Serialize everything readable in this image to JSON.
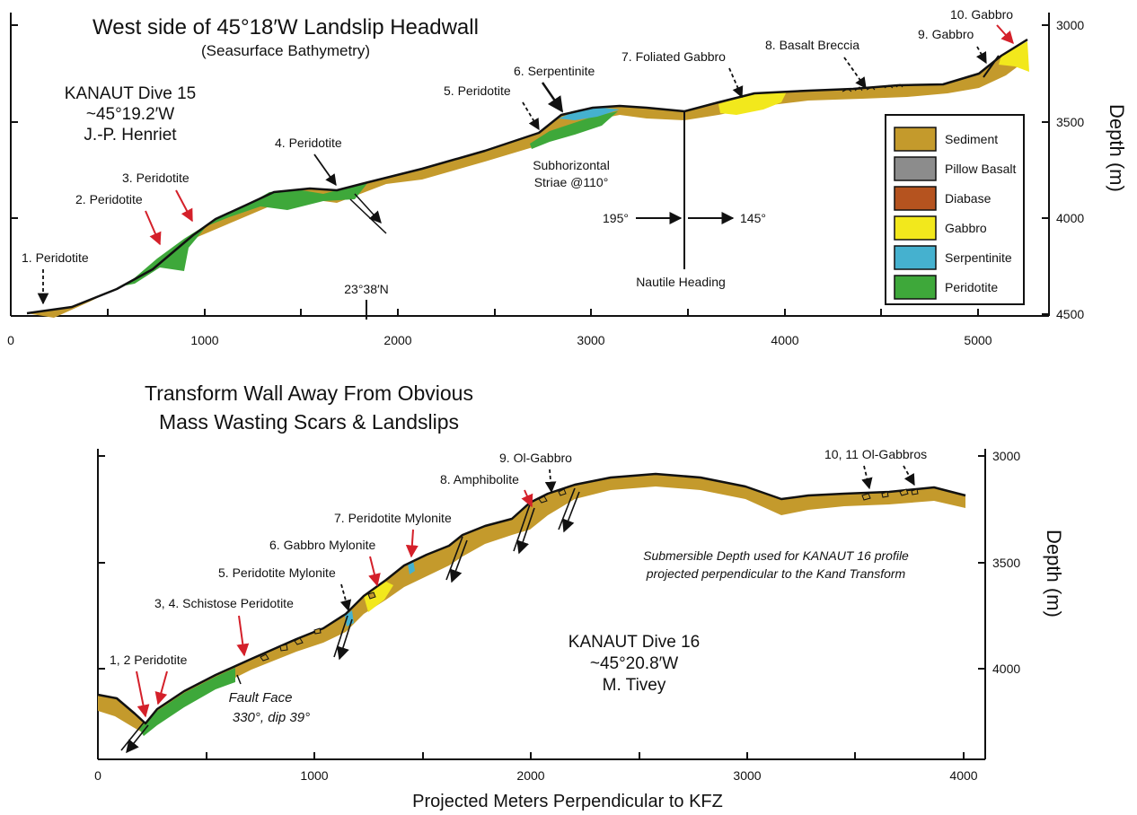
{
  "top_panel": {
    "title": "West side of 45°18′W Landslip Headwall",
    "subtitle": "(Seasurface Bathymetry)",
    "dive_name": "KANAUT Dive 15",
    "dive_longitude": "~45°19.2′W",
    "dive_pi": "J.-P. Henriet",
    "x_ticks": [
      "0",
      "1000",
      "2000",
      "3000",
      "4000",
      "5000"
    ],
    "y_ticks": [
      "3000",
      "3500",
      "4000",
      "4500"
    ],
    "y_axis_title": "Depth (m)",
    "latitude_marker": "23°38′N",
    "striae_note_line1": "Subhorizontal",
    "striae_note_line2": "Striae @110°",
    "heading_left": "195°",
    "heading_right": "145°",
    "heading_label": "Nautile Heading",
    "samples": [
      "1. Peridotite",
      "2. Peridotite",
      "3. Peridotite",
      "4. Peridotite",
      "5. Peridotite",
      "6. Serpentinite",
      "7. Foliated Gabbro",
      "8. Basalt Breccia",
      "9. Gabbro",
      "10. Gabbro"
    ],
    "legend": [
      {
        "label": "Sediment",
        "color": "#c49a2c"
      },
      {
        "label": "Pillow Basalt",
        "color": "#8c8c8c"
      },
      {
        "label": "Diabase",
        "color": "#b5531f"
      },
      {
        "label": "Gabbro",
        "color": "#f2e81c"
      },
      {
        "label": "Serpentinite",
        "color": "#45b1cf"
      },
      {
        "label": "Peridotite",
        "color": "#3ea83a"
      }
    ]
  },
  "bottom_panel": {
    "title_line1": "Transform Wall Away From Obvious",
    "title_line2": "Mass Wasting Scars & Landslips",
    "dive_name": "KANAUT Dive 16",
    "dive_longitude": "~45°20.8′W",
    "dive_pi": "M. Tivey",
    "x_ticks": [
      "0",
      "1000",
      "2000",
      "3000",
      "4000"
    ],
    "y_ticks": [
      "3000",
      "3500",
      "4000"
    ],
    "y_axis_title": "Depth (m)",
    "x_axis_title": "Projected Meters Perpendicular to KFZ",
    "note_line1": "Submersible Depth used for KANAUT 16 profile",
    "note_line2": "projected perpendicular to the Kand Transform",
    "fault_note_line1": "Fault Face",
    "fault_note_line2": "330°, dip 39°",
    "samples": [
      "1, 2 Peridotite",
      "3, 4. Schistose  Peridotite",
      "5. Peridotite Mylonite",
      "6. Gabbro Mylonite",
      "7. Peridotite Mylonite",
      "8. Amphibolite",
      "9. Ol-Gabbro",
      "10, 11 Ol-Gabbros"
    ]
  },
  "colors": {
    "sediment": "#c49a2c",
    "gabbro": "#f2e81c",
    "serpentinite": "#45b1cf",
    "peridotite": "#3ea83a",
    "red_arrow": "#d4202a"
  }
}
